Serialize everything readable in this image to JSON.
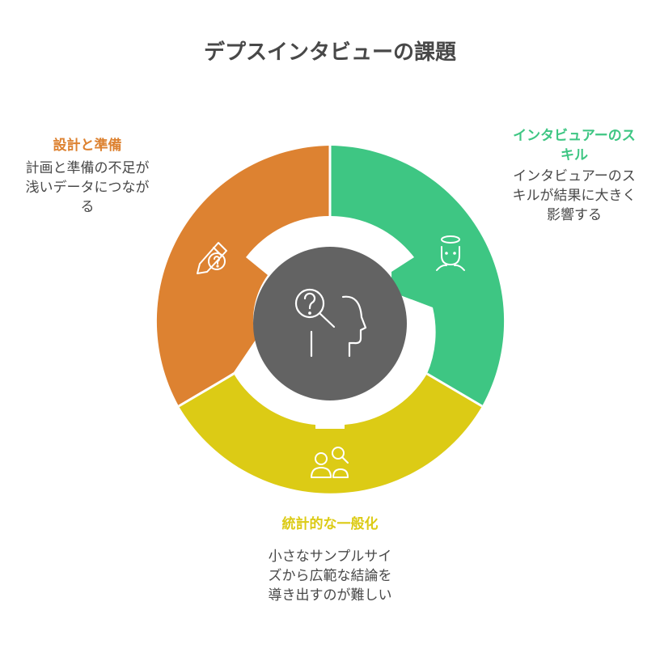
{
  "title": "デプスインタビューの課題",
  "colors": {
    "orange": "#DD8231",
    "green": "#3EC683",
    "yellow": "#DCCB15",
    "center": "#636363",
    "text": "#484848"
  },
  "segments": [
    {
      "id": "planning",
      "title": "設計と準備",
      "description": "計画と準備の不足が浅いデータにつながる",
      "color": "#DD8231",
      "icon": "pencil-question-icon"
    },
    {
      "id": "skill",
      "title": "インタビュアーのスキル",
      "description": "インタビュアーのスキルが結果に大きく影響する",
      "color": "#3EC683",
      "icon": "interviewer-icon"
    },
    {
      "id": "generalization",
      "title": "統計的な一般化",
      "description": "小さなサンプルサイズから広範な結論を導き出すのが難しい",
      "color": "#DCCB15",
      "icon": "people-search-icon"
    }
  ],
  "center": {
    "icon": "head-question-icon"
  }
}
